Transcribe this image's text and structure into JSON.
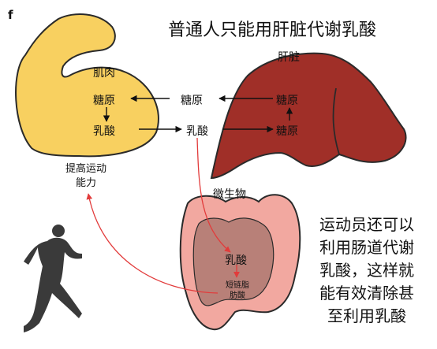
{
  "panel_letter": "f",
  "title": "普通人只能用肝脏代谢乳酸",
  "muscle": {
    "label": "肌肉",
    "glycogen": "糖原",
    "lactate": "乳酸",
    "color": "#F8D060"
  },
  "blood": {
    "glycogen": "糖原",
    "lactate": "乳酸"
  },
  "liver": {
    "label": "肝脏",
    "glycogen": "糖原",
    "sugar": "糖原",
    "color": "#A02F28"
  },
  "performance_label": [
    "提高运动",
    "能力"
  ],
  "gut": {
    "label": "微生物",
    "lactate": "乳酸",
    "scfa": [
      "短链脂",
      "肪酸"
    ],
    "outer_color": "#F2A8A0",
    "inner_color": "#B88078"
  },
  "side_note": [
    "运动员还可以",
    "利用肠道代谢",
    "乳酸，这样就",
    "能有效清除甚",
    "至利用乳酸"
  ],
  "colors": {
    "red_arrow": "#E23B3B",
    "arrow": "#111111",
    "runner": "#3A3A3A"
  }
}
